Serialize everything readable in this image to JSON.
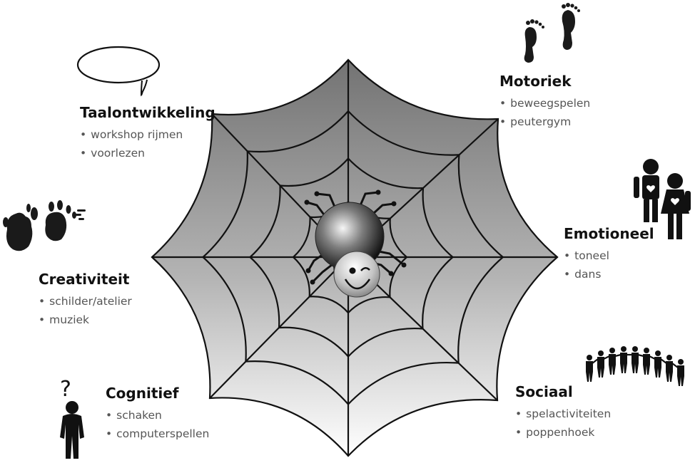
{
  "categories": [
    {
      "id": "taalontwikkeling",
      "title": "Taalontwikkeling",
      "items": [
        "workshop rijmen",
        "voorlezen"
      ],
      "icon": "speech-bubble-icon"
    },
    {
      "id": "creativiteit",
      "title": "Creativiteit",
      "items": [
        "schilder/atelier",
        "muziek"
      ],
      "icon": "handprints-icon"
    },
    {
      "id": "cognitief",
      "title": "Cognitief",
      "items": [
        "schaken",
        "computerspellen"
      ],
      "icon": "thinking-person-icon"
    },
    {
      "id": "motoriek",
      "title": "Motoriek",
      "items": [
        "beweegspelen",
        "peutergym"
      ],
      "icon": "footprints-icon"
    },
    {
      "id": "emotioneel",
      "title": "Emotioneel",
      "items": [
        "toneel",
        "dans"
      ],
      "icon": "couple-hearts-icon"
    },
    {
      "id": "sociaal",
      "title": "Sociaal",
      "items": [
        "spelactiviteiten",
        "poppenhoek"
      ],
      "icon": "people-circle-icon"
    }
  ],
  "bullet": "•",
  "colors": {
    "text": "#111111",
    "bullet_text": "#555555",
    "web_fill_outer": "#7a7a7a",
    "web_fill_inner": "#ffffff"
  }
}
